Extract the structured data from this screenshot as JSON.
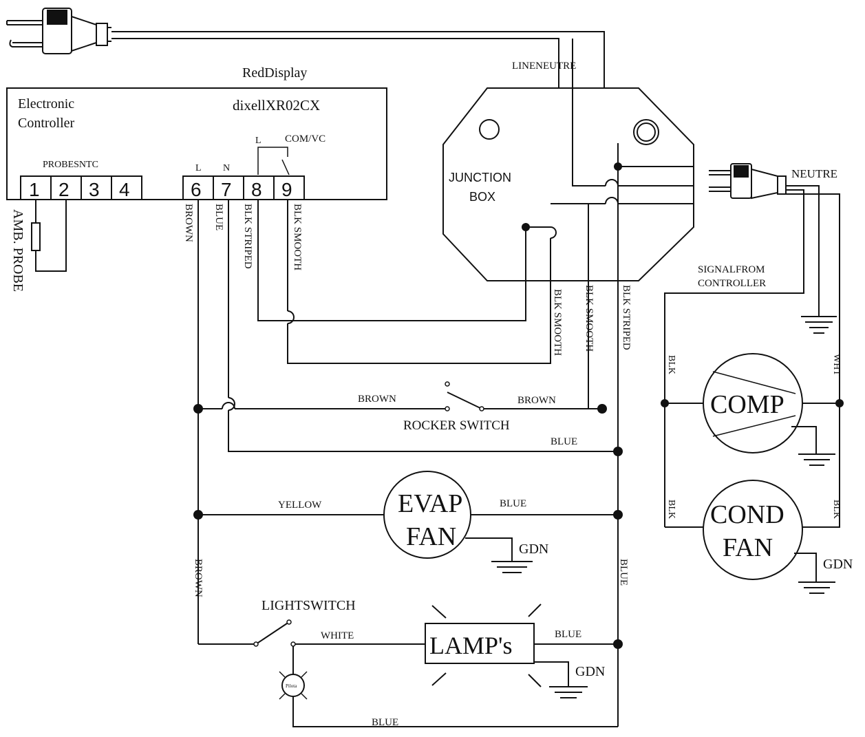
{
  "controller": {
    "display_label": "RedDisplay",
    "model_label": "dixellXR02CX",
    "name_line1": "Electronic",
    "name_line2": "Controller",
    "probes_label": "PROBESNTC",
    "terminals": [
      "1",
      "2",
      "3",
      "4",
      "6",
      "7",
      "8",
      "9"
    ],
    "terminal_tag_l": "L",
    "terminal_tag_n": "N",
    "relay_tag_l": "L",
    "relay_tag_com": "COM/VC"
  },
  "probe_label": "AMB. PROBE",
  "junction_box": {
    "line1": "JUNCTION",
    "line2": "BOX",
    "inlet_label": "LINENEUTRE"
  },
  "plug_right_label": "NEUTRE",
  "signal_label_line1": "SIGNALFROM",
  "signal_label_line2": "CONTROLLER",
  "wire_labels": {
    "brown_6": "BROWN",
    "blue_7": "BLUE",
    "blk_striped_8": "BLK STRIPED",
    "blk_smooth_9": "BLK SMOOTH",
    "jb_blk_smooth_a": "BLK SMOOTH",
    "jb_blk_smooth_b": "BLK SMOOTH",
    "jb_blk_striped": "BLK STRIPED",
    "rocker_brown_left": "BROWN",
    "rocker_brown_right": "BROWN",
    "blue_bus": "BLUE",
    "evap_yellow": "YELLOW",
    "evap_blue": "BLUE",
    "brown_down": "BROWN",
    "blue_right": "BLUE",
    "lamp_white": "WHITE",
    "lamp_blue": "BLUE",
    "bottom_blue": "BLUE",
    "comp_blk": "BLK",
    "comp_wht": "WHT",
    "cond_blk_left": "BLK",
    "cond_blk_right": "BLK"
  },
  "components": {
    "rocker_switch": "ROCKER SWITCH",
    "evap_fan_line1": "EVAP",
    "evap_fan_line2": "FAN",
    "comp": "COMP",
    "cond_fan_line1": "COND",
    "cond_fan_line2": "FAN",
    "lamps": "LAMP's",
    "light_switch": "LIGHTSWITCH",
    "pilot": "Pilota"
  },
  "ground_labels": {
    "evap": "GDN",
    "lamp": "GDN",
    "cond": "GDN"
  }
}
